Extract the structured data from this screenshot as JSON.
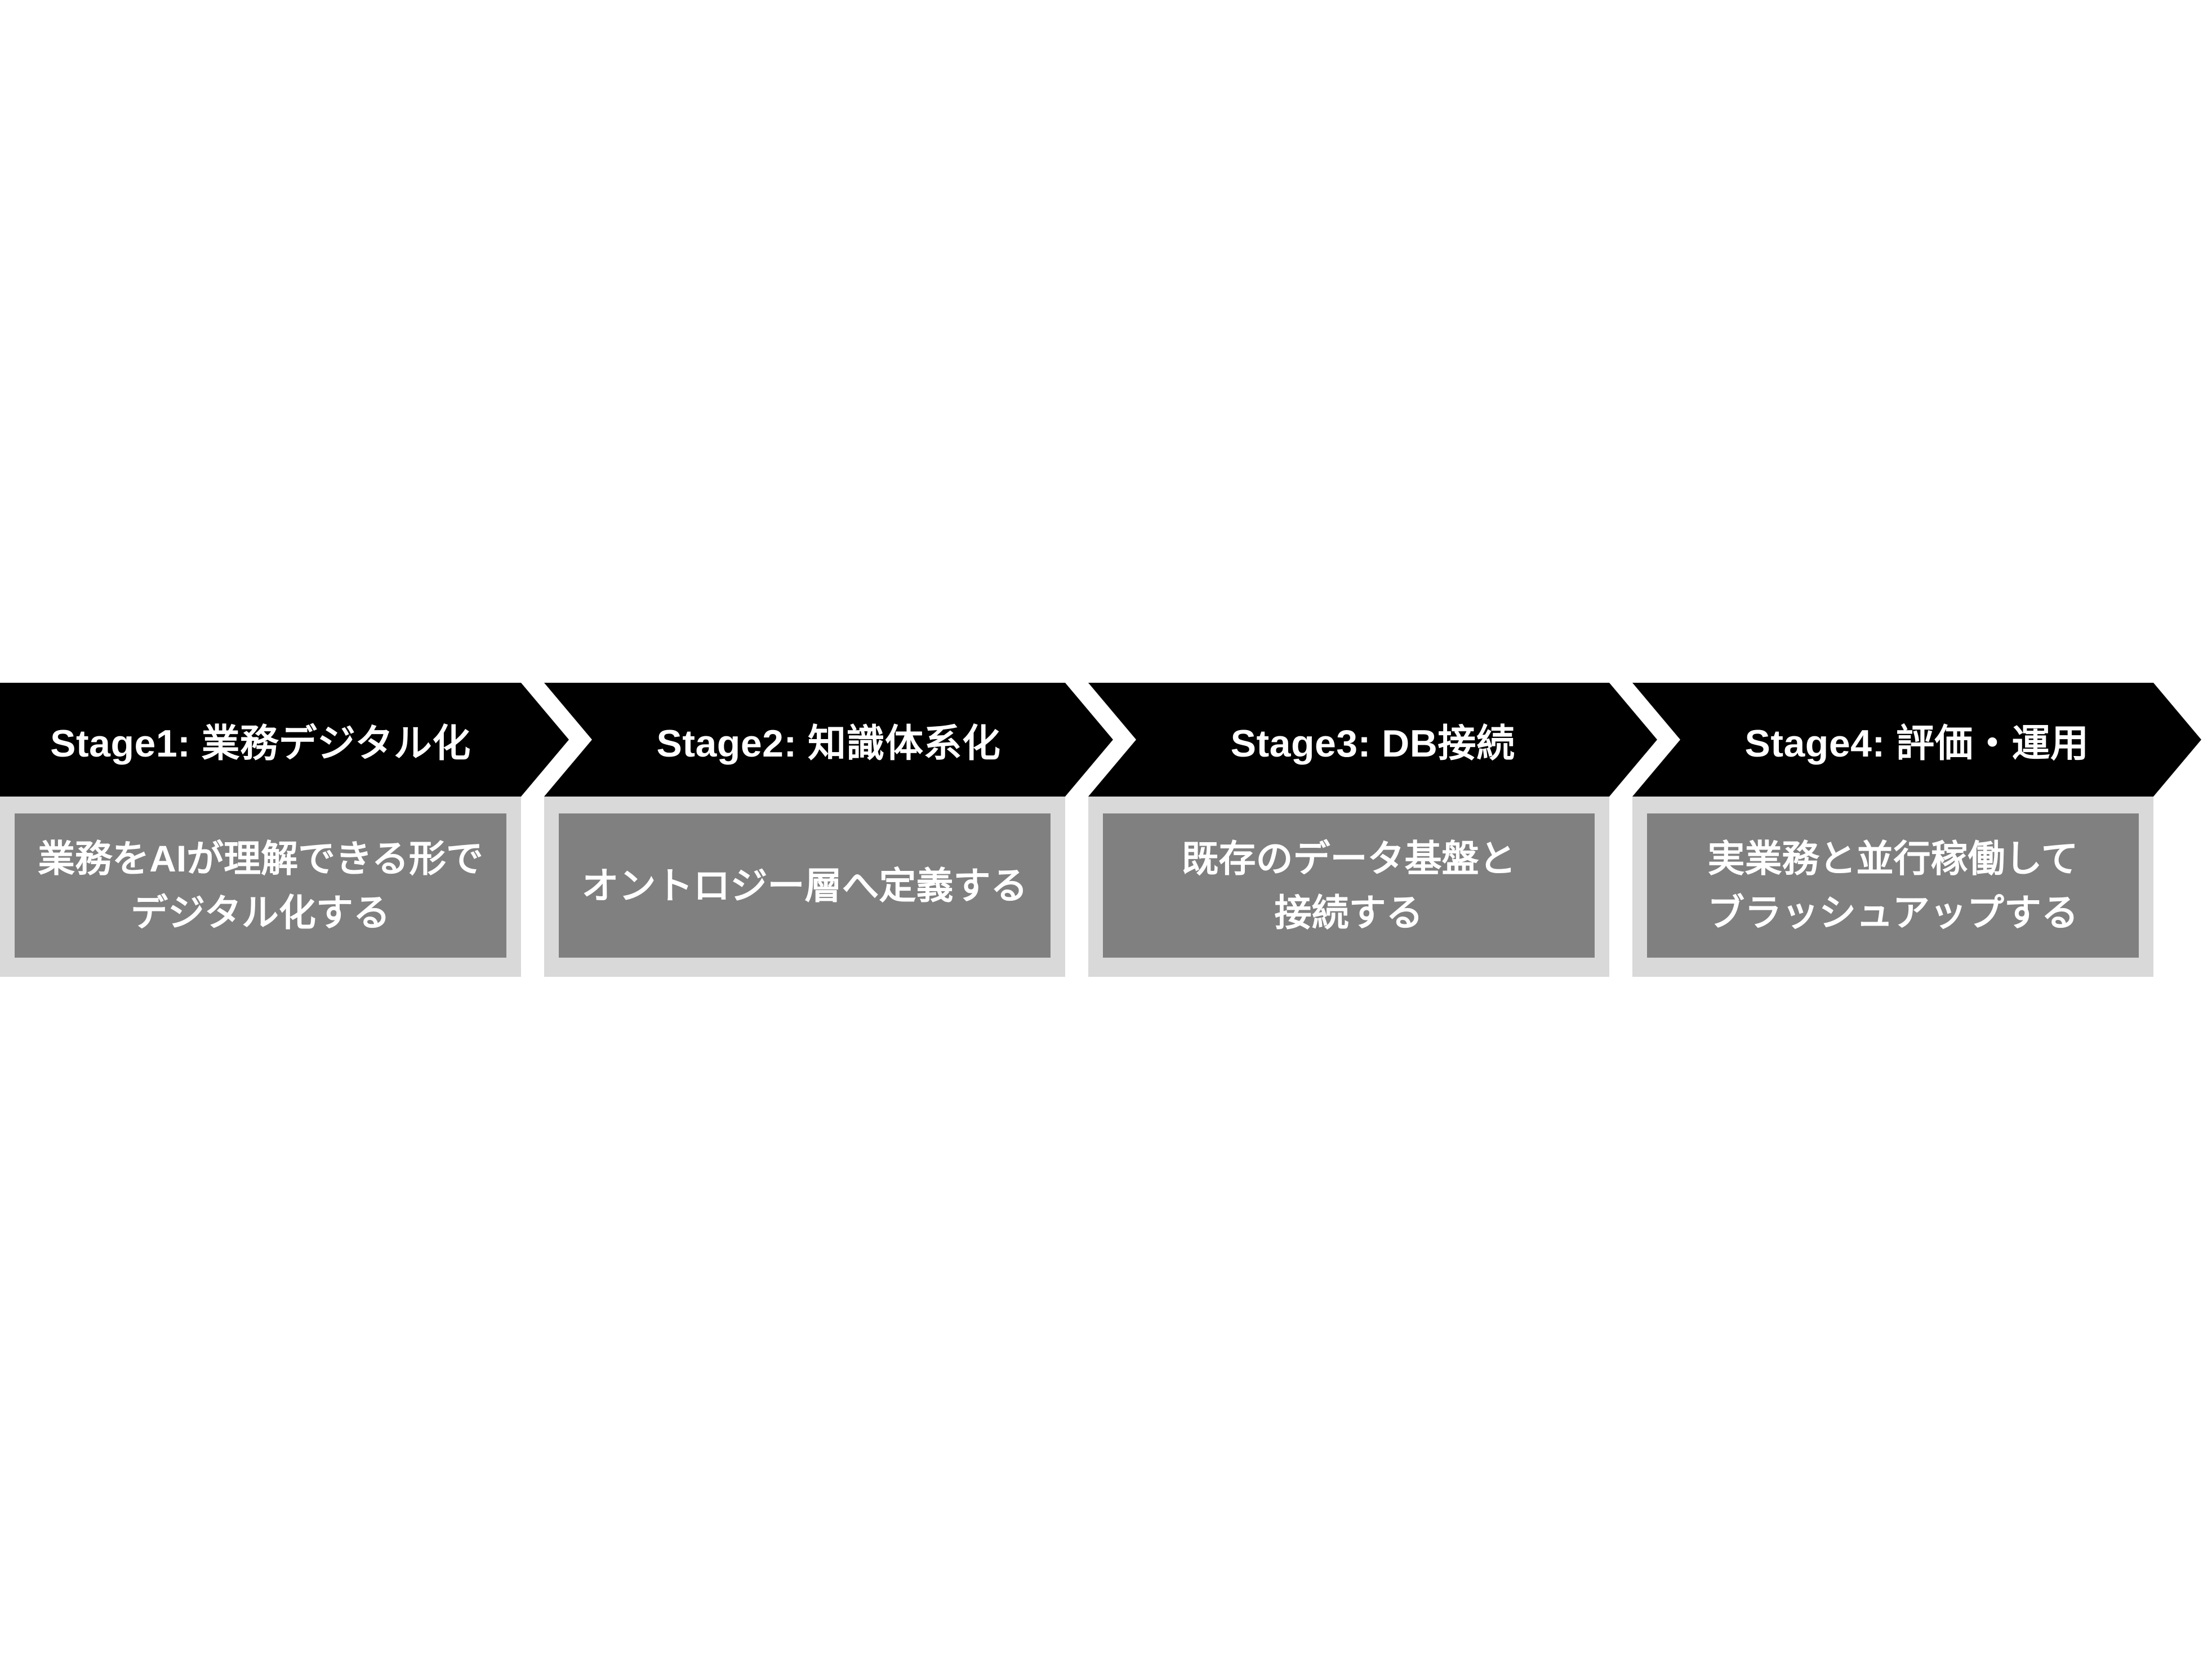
{
  "colors": {
    "header_bg": "#000000",
    "header_text": "#ffffff",
    "body_frame": "#d9d9d9",
    "body_fill": "#808080",
    "body_text": "#ffffff"
  },
  "stages": [
    {
      "title": "Stage1: 業務デジタル化",
      "description": "業務をAIが理解できる形で\nデジタル化する"
    },
    {
      "title": "Stage2: 知識体系化",
      "description": "オントロジー層へ定義する"
    },
    {
      "title": "Stage3: DB接続",
      "description": "既存のデータ基盤と\n接続する"
    },
    {
      "title": "Stage4: 評価・運用",
      "description": "実業務と並行稼働して\nブラッシュアップする"
    }
  ]
}
